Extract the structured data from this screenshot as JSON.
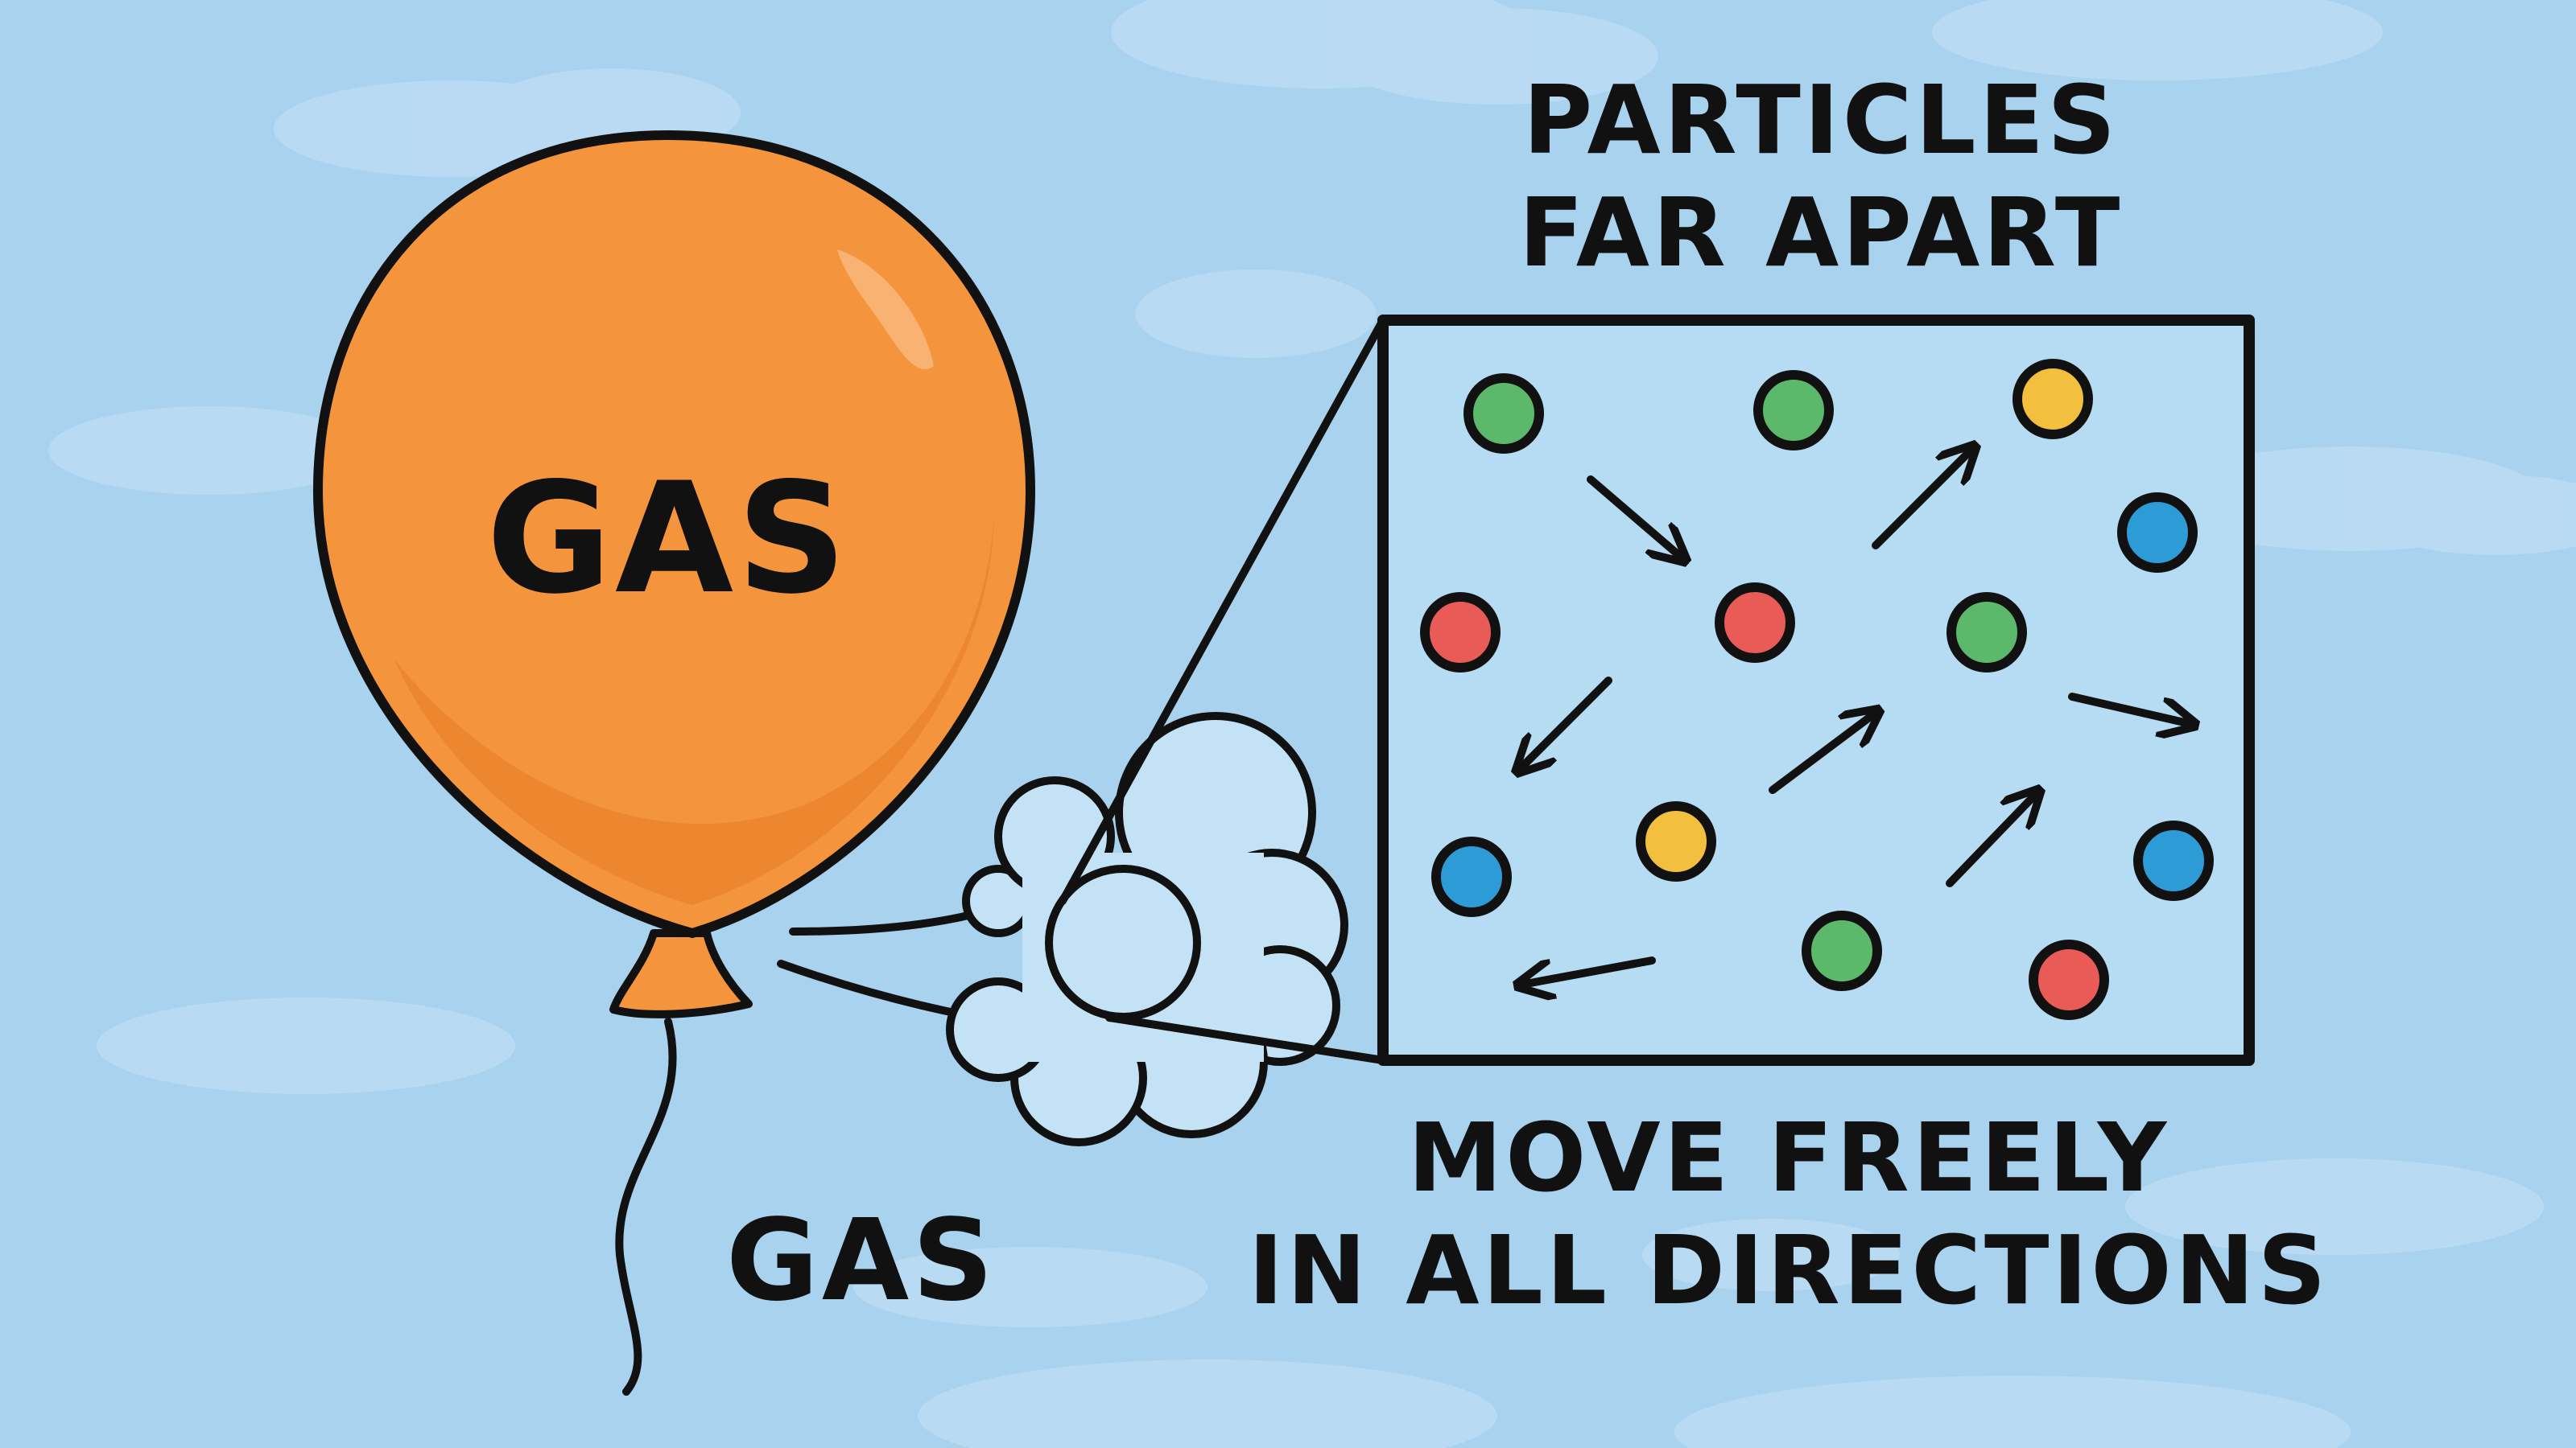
{
  "balloon": {
    "label": "GAS",
    "color": "#f4953d",
    "shade": "#e87f2a"
  },
  "caption_gas": "GAS",
  "title_lines": [
    "PARTICLES",
    "FAR APART"
  ],
  "bottom_lines": [
    "MOVE FREELY",
    "IN ALL DIRECTIONS"
  ],
  "colors": {
    "sky": "#a9d2ee",
    "cloud": "#bcdcf3",
    "outline": "#111111",
    "box_fill": "#b6dcf4",
    "puff_fill": "#c4e2f6"
  },
  "particles": [
    {
      "color": "#5cb86a",
      "name": "green"
    },
    {
      "color": "#5cb86a",
      "name": "green"
    },
    {
      "color": "#f2c03e",
      "name": "yellow"
    },
    {
      "color": "#2d9bd6",
      "name": "blue"
    },
    {
      "color": "#e95b57",
      "name": "red"
    },
    {
      "color": "#e95b57",
      "name": "red"
    },
    {
      "color": "#5cb86a",
      "name": "green"
    },
    {
      "color": "#2d9bd6",
      "name": "blue"
    },
    {
      "color": "#f2c03e",
      "name": "yellow"
    },
    {
      "color": "#2d9bd6",
      "name": "blue"
    },
    {
      "color": "#5cb86a",
      "name": "green"
    },
    {
      "color": "#e95b57",
      "name": "red"
    }
  ],
  "arrow_icon": "arrow-icon"
}
